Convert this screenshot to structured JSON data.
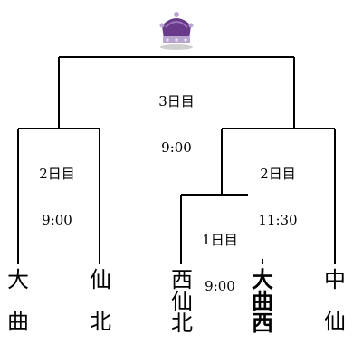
{
  "crown": {
    "icon": "crown-icon",
    "colors": {
      "cap": "#6a3a8a",
      "band": "#b9a6cf",
      "jewel": "#e9e2f2"
    }
  },
  "bracket": {
    "line_color": "#000000",
    "final": {
      "day": "3日目",
      "time": "9:00"
    },
    "semi_left": {
      "day": "2日目",
      "time": "9:00"
    },
    "semi_right": {
      "day": "2日目",
      "time": "11:30"
    },
    "first_round": {
      "day": "1日目",
      "time": "9:00"
    }
  },
  "teams": [
    {
      "name": "大曲",
      "chars": [
        "大",
        "曲"
      ],
      "winner": false
    },
    {
      "name": "仙北",
      "chars": [
        "仙",
        "北"
      ],
      "winner": false
    },
    {
      "name": "西仙北",
      "chars": [
        "西",
        "仙",
        "北"
      ],
      "winner": false
    },
    {
      "name": "大曲西",
      "chars": [
        "大",
        "曲",
        "西"
      ],
      "winner": true
    },
    {
      "name": "中仙",
      "chars": [
        "中",
        "仙"
      ],
      "winner": false
    }
  ]
}
